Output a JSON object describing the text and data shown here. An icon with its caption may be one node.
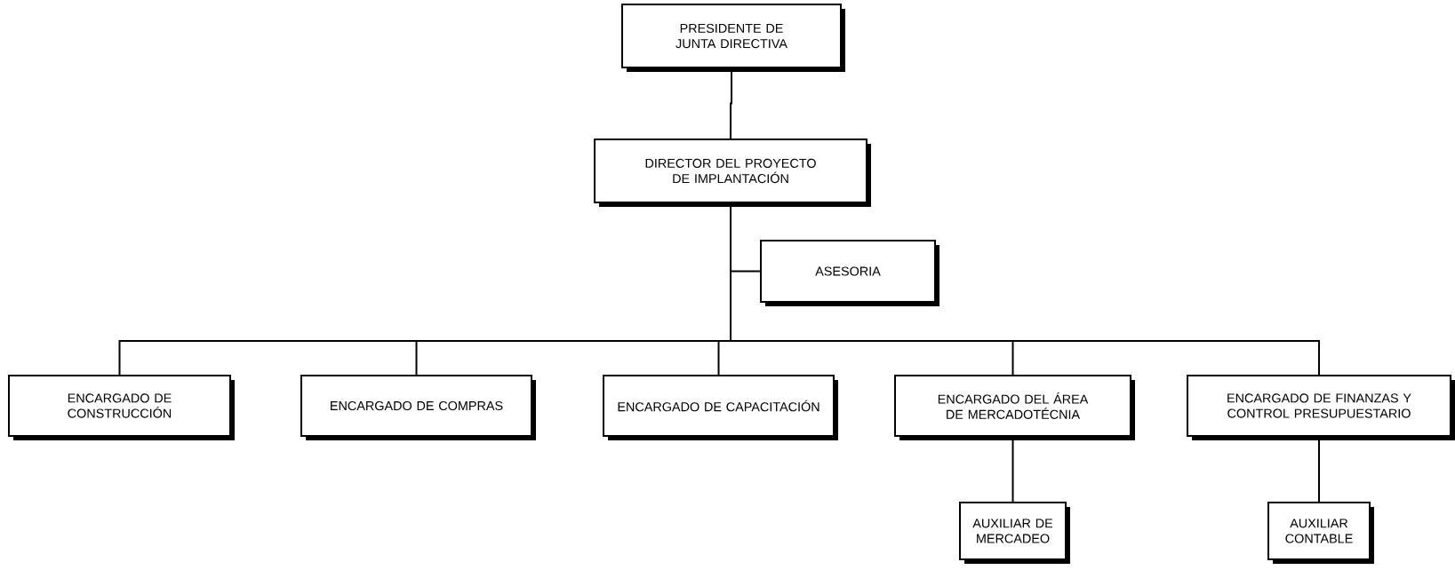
{
  "diagram": {
    "nodes": [
      {
        "text": [
          "PRESIDENTE DE JUNTA DIRECTIVA"
        ]
      },
      {
        "text": [
          "DIRECTOR DEL PROYECTO DE IMPLANTACIÓN"
        ]
      },
      {
        "text": [
          "ASESORIA"
        ]
      },
      {
        "text": [
          "ENCARGADO DE CONSTRUCCIÓN"
        ]
      },
      {
        "text": [
          "ENCARGADO DE COMPRAS"
        ]
      },
      {
        "text": [
          "ENCARGADO DE CAPACITACIÓN"
        ]
      },
      {
        "text": [
          "ENCARGADO DEL ÁREA DE MERCADOTÉCNIA"
        ]
      },
      {
        "text": [
          "ENCARGADO DE FINANZAS Y CONTROL PRESUPUESTARIO"
        ]
      },
      {
        "text": [
          "AUXILIAR DE MERCADEO"
        ]
      },
      {
        "text": [
          "AUXILIAR CONTABLE"
        ]
      }
    ],
    "edges": [
      {
        "from": 0,
        "to": 1,
        "arrow": "none"
      },
      {
        "from": 1,
        "to": 2,
        "arrow": "none"
      },
      {
        "from": 1,
        "to": 3,
        "arrow": "none"
      },
      {
        "from": 1,
        "to": 4,
        "arrow": "none"
      },
      {
        "from": 1,
        "to": 5,
        "arrow": "none"
      },
      {
        "from": 1,
        "to": 6,
        "arrow": "none"
      },
      {
        "from": 1,
        "to": 7,
        "arrow": "none"
      },
      {
        "from": 6,
        "to": 8,
        "arrow": "none"
      },
      {
        "from": 7,
        "to": 9,
        "arrow": "none"
      }
    ]
  }
}
